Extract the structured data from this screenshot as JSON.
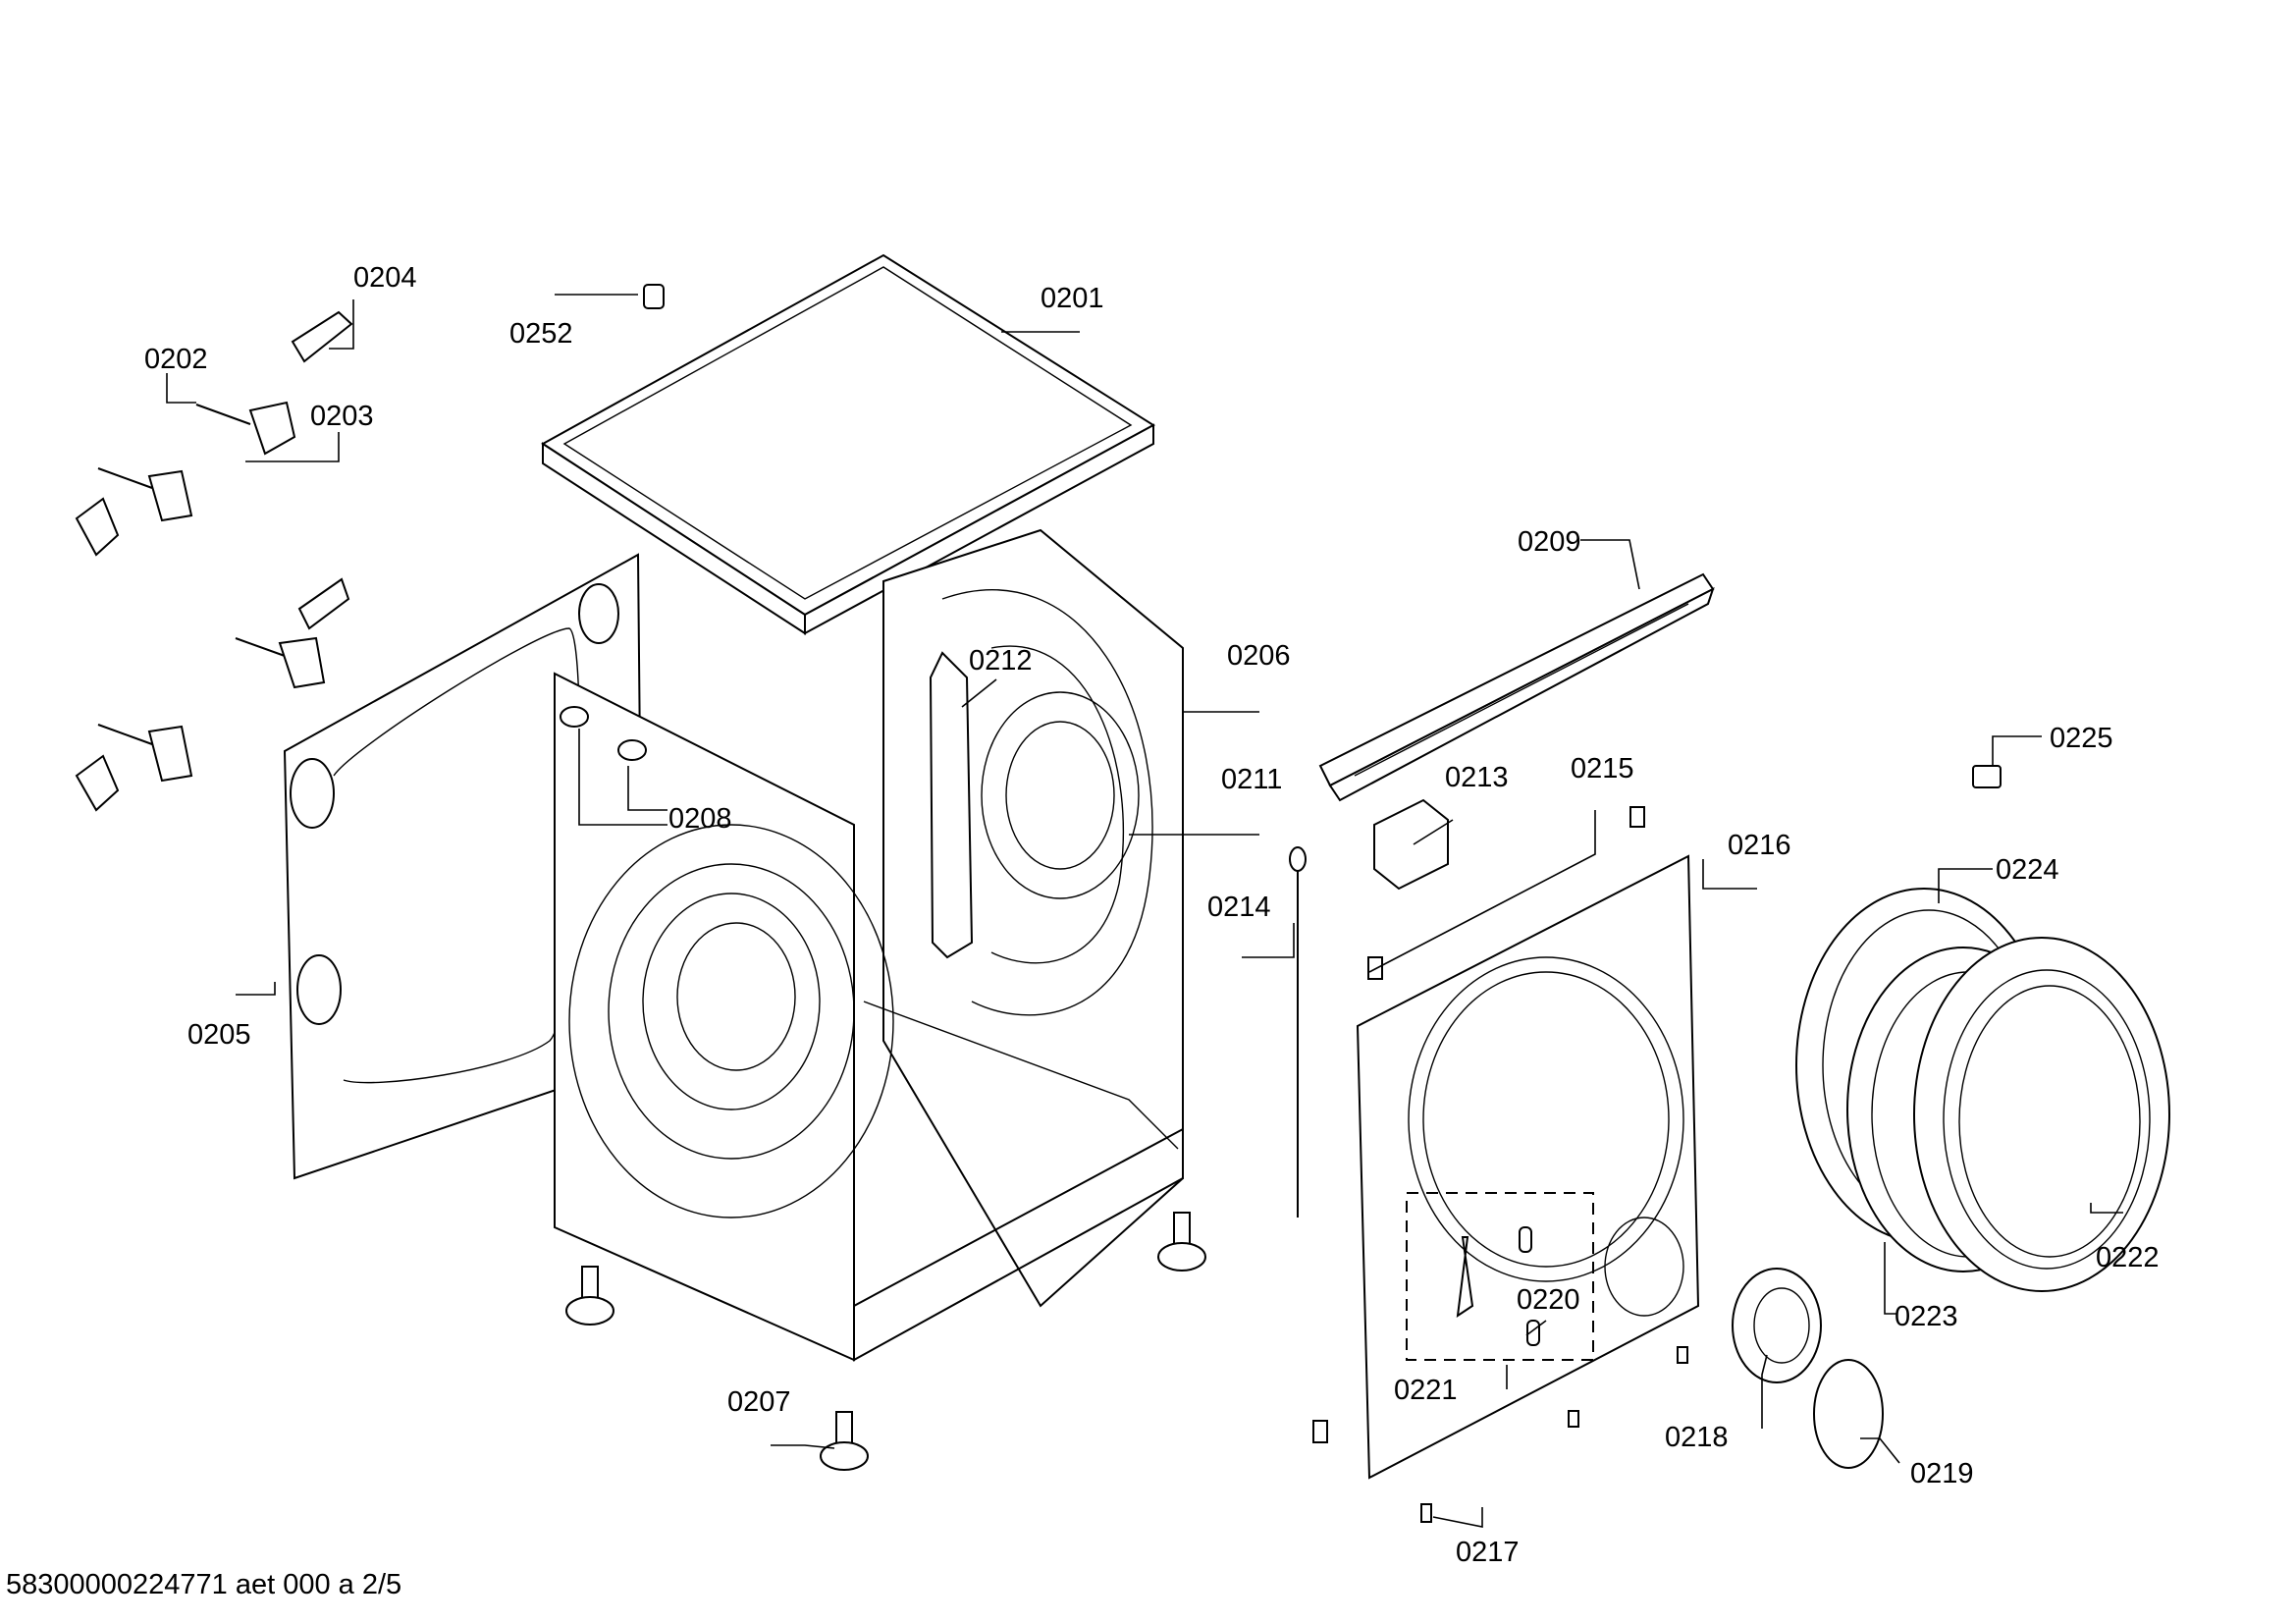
{
  "labels": {
    "p0201": "0201",
    "p0202": "0202",
    "p0203": "0203",
    "p0204": "0204",
    "p0205": "0205",
    "p0206": "0206",
    "p0207": "0207",
    "p0208": "0208",
    "p0209": "0209",
    "p0211": "0211",
    "p0212": "0212",
    "p0213": "0213",
    "p0214": "0214",
    "p0215": "0215",
    "p0216": "0216",
    "p0217": "0217",
    "p0218": "0218",
    "p0219": "0219",
    "p0220": "0220",
    "p0221": "0221",
    "p0222": "0222",
    "p0223": "0223",
    "p0224": "0224",
    "p0225": "0225",
    "p0252": "0252"
  },
  "footer": "58300000224771 aet 000 a 2/5"
}
